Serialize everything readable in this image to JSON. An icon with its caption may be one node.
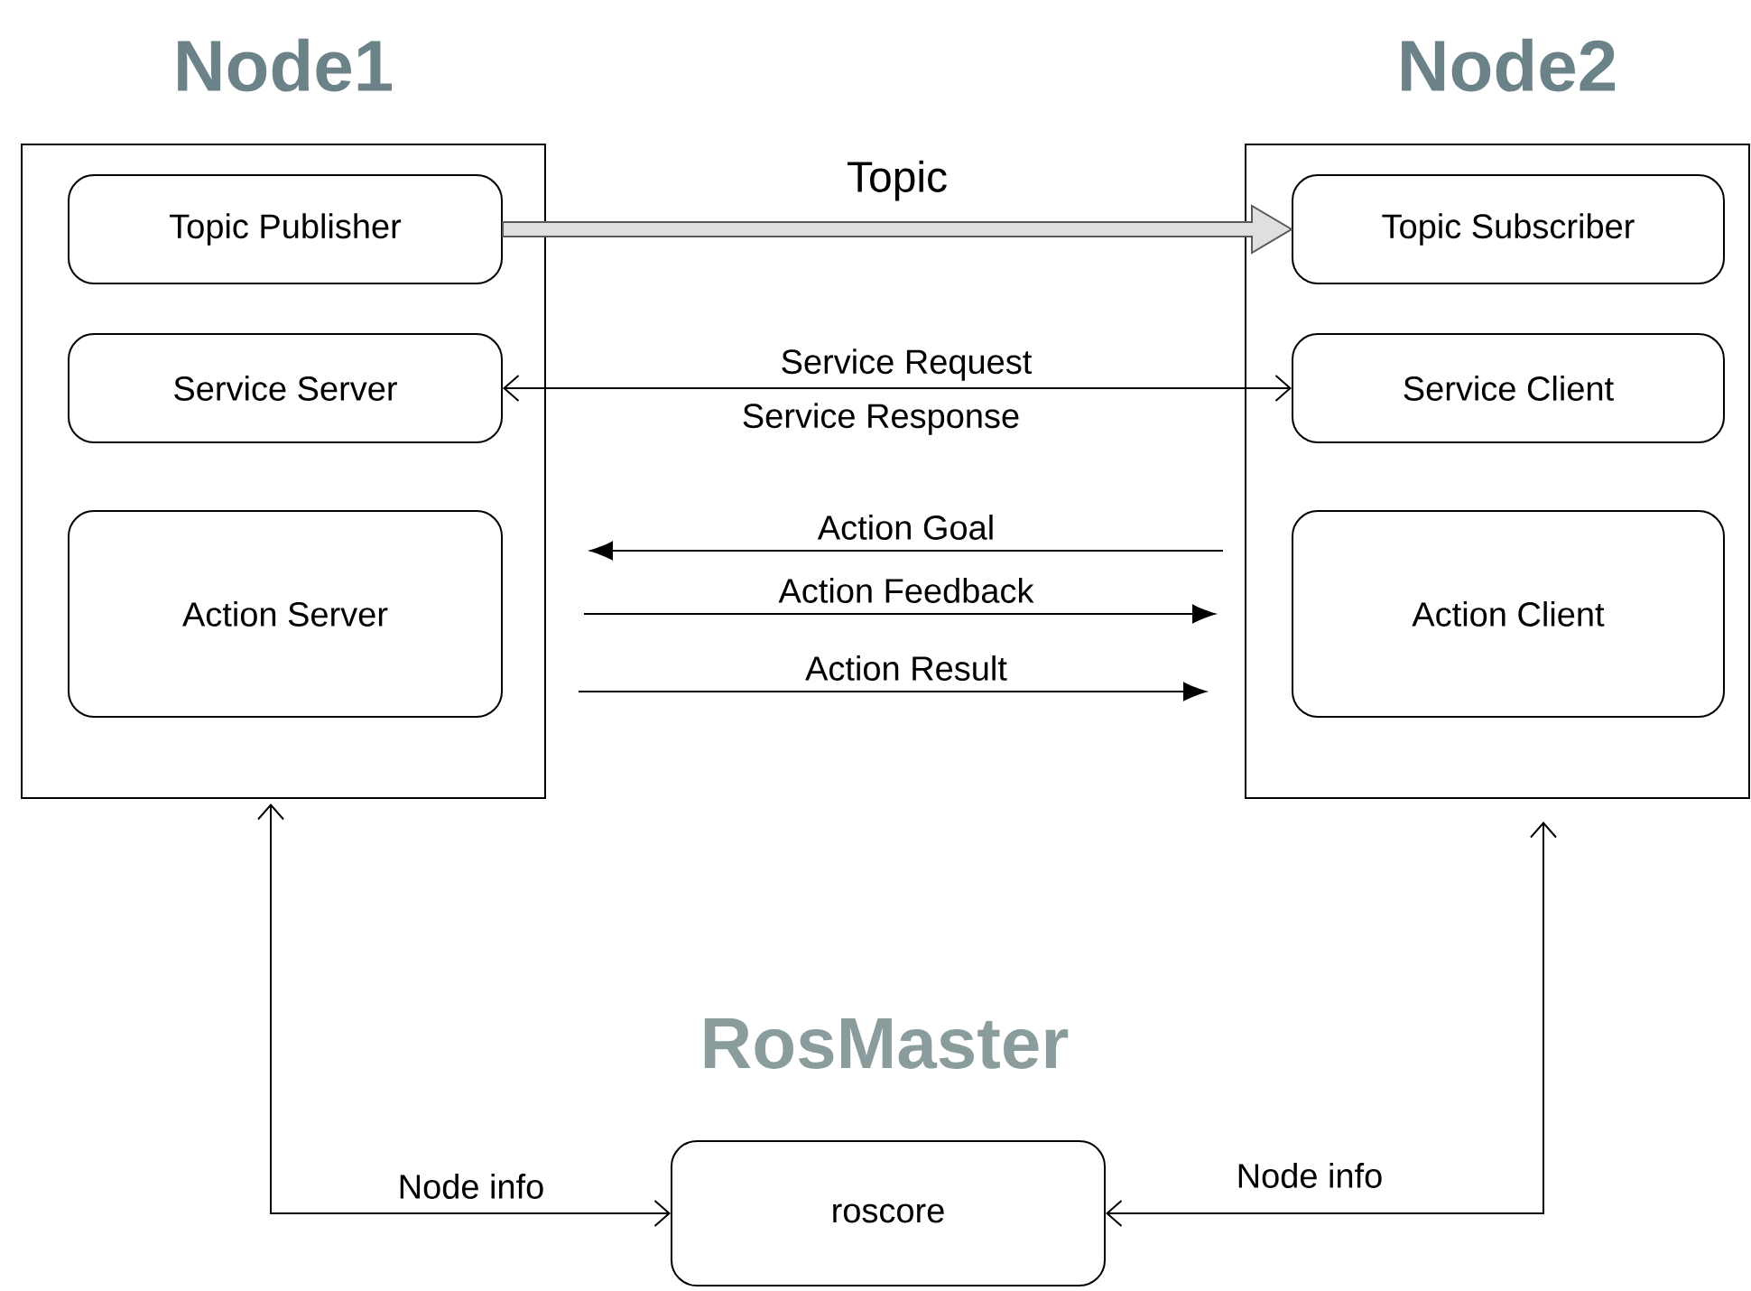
{
  "diagram": {
    "nodes": [
      {
        "text": [
          "Node1"
        ]
      },
      {
        "text": [
          "Topic Publisher"
        ],
        "in": 0
      },
      {
        "text": [
          "Service Server"
        ],
        "in": 0
      },
      {
        "text": [
          "Action Server"
        ],
        "in": 0
      },
      {
        "text": [
          "Node2"
        ]
      },
      {
        "text": [
          "Topic Subscriber"
        ],
        "in": 4
      },
      {
        "text": [
          "Service Client"
        ],
        "in": 4
      },
      {
        "text": [
          "Action Client"
        ],
        "in": 4
      },
      {
        "text": [
          "RosMaster",
          "roscore"
        ]
      }
    ],
    "edges": [
      {
        "from": 1,
        "to": 5,
        "arrow": "to",
        "label": "Topic",
        "style": "thick"
      },
      {
        "from": 2,
        "to": 6,
        "arrow": "both",
        "label": "Service Request"
      },
      {
        "from": 7,
        "to": 3,
        "arrow": "to",
        "label": "Action Goal"
      },
      {
        "from": 3,
        "to": 7,
        "arrow": "to",
        "label": "Action Feedback"
      },
      {
        "from": 3,
        "to": 7,
        "arrow": "to",
        "label": "Action Result"
      },
      {
        "from": 8,
        "to": 0,
        "arrow": "both",
        "label": "Node info"
      },
      {
        "from": 8,
        "to": 4,
        "arrow": "both",
        "label": "Node info"
      }
    ],
    "labels": [
      "Service Response"
    ]
  }
}
